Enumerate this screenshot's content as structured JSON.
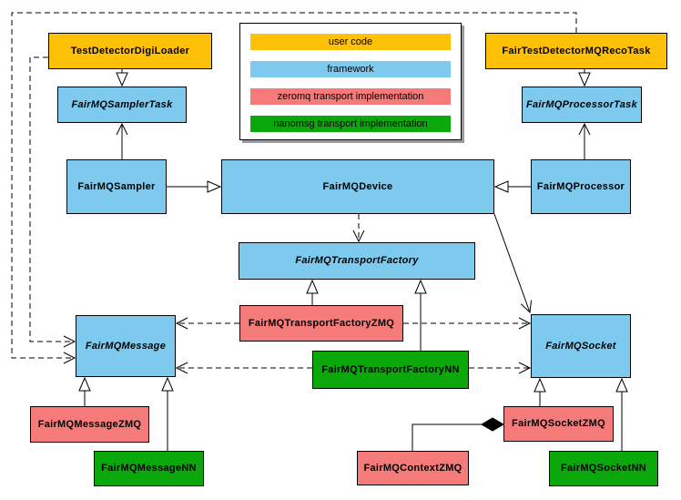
{
  "diagram": {
    "kind": "uml-class-diagram",
    "legend": {
      "items": [
        {
          "id": "user-code",
          "label": "user code",
          "color": "#FFC107"
        },
        {
          "id": "framework",
          "label": "framework",
          "color": "#7DCAEE"
        },
        {
          "id": "zeromq",
          "label": "zeromq transport implementation",
          "color": "#F57B7B"
        },
        {
          "id": "nanomsg",
          "label": "nanomsg transport implementation",
          "color": "#0BA80B"
        }
      ]
    },
    "nodes": [
      {
        "label": "TestDetectorDigiLoader",
        "category": "user-code",
        "abstract": false
      },
      {
        "label": "FairTestDetectorMQRecoTask",
        "category": "user-code",
        "abstract": false
      },
      {
        "label": "FairMQSamplerTask",
        "category": "framework",
        "abstract": true
      },
      {
        "label": "FairMQProcessorTask",
        "category": "framework",
        "abstract": true
      },
      {
        "label": "FairMQSampler",
        "category": "framework",
        "abstract": false
      },
      {
        "label": "FairMQDevice",
        "category": "framework",
        "abstract": false
      },
      {
        "label": "FairMQProcessor",
        "category": "framework",
        "abstract": false
      },
      {
        "label": "FairMQTransportFactory",
        "category": "framework",
        "abstract": true
      },
      {
        "label": "FairMQTransportFactoryZMQ",
        "category": "zeromq",
        "abstract": false
      },
      {
        "label": "FairMQTransportFactoryNN",
        "category": "nanomsg",
        "abstract": false
      },
      {
        "label": "FairMQMessage",
        "category": "framework",
        "abstract": true
      },
      {
        "label": "FairMQSocket",
        "category": "framework",
        "abstract": true
      },
      {
        "label": "FairMQMessageZMQ",
        "category": "zeromq",
        "abstract": false
      },
      {
        "label": "FairMQMessageNN",
        "category": "nanomsg",
        "abstract": false
      },
      {
        "label": "FairMQSocketZMQ",
        "category": "zeromq",
        "abstract": false
      },
      {
        "label": "FairMQSocketNN",
        "category": "nanomsg",
        "abstract": false
      },
      {
        "label": "FairMQContextZMQ",
        "category": "zeromq",
        "abstract": false
      }
    ],
    "edges": [
      {
        "from": "TestDetectorDigiLoader",
        "to": "FairMQSamplerTask",
        "type": "inheritance"
      },
      {
        "from": "FairTestDetectorMQRecoTask",
        "to": "FairMQProcessorTask",
        "type": "inheritance"
      },
      {
        "from": "FairMQSampler",
        "to": "FairMQSamplerTask",
        "type": "association"
      },
      {
        "from": "FairMQProcessor",
        "to": "FairMQProcessorTask",
        "type": "association"
      },
      {
        "from": "FairMQSampler",
        "to": "FairMQDevice",
        "type": "inheritance"
      },
      {
        "from": "FairMQProcessor",
        "to": "FairMQDevice",
        "type": "inheritance"
      },
      {
        "from": "FairMQDevice",
        "to": "FairMQTransportFactory",
        "type": "dependency"
      },
      {
        "from": "FairMQDevice",
        "to": "FairMQSocket",
        "type": "association"
      },
      {
        "from": "TestDetectorDigiLoader",
        "to": "FairMQMessage",
        "type": "dependency"
      },
      {
        "from": "FairTestDetectorMQRecoTask",
        "to": "FairMQMessage",
        "type": "dependency"
      },
      {
        "from": "FairMQTransportFactoryZMQ",
        "to": "FairMQTransportFactory",
        "type": "inheritance"
      },
      {
        "from": "FairMQTransportFactoryNN",
        "to": "FairMQTransportFactory",
        "type": "inheritance"
      },
      {
        "from": "FairMQTransportFactoryZMQ",
        "to": "FairMQMessage",
        "type": "dependency"
      },
      {
        "from": "FairMQTransportFactoryZMQ",
        "to": "FairMQSocket",
        "type": "dependency"
      },
      {
        "from": "FairMQTransportFactoryNN",
        "to": "FairMQMessage",
        "type": "dependency"
      },
      {
        "from": "FairMQTransportFactoryNN",
        "to": "FairMQSocket",
        "type": "dependency"
      },
      {
        "from": "FairMQMessageZMQ",
        "to": "FairMQMessage",
        "type": "inheritance"
      },
      {
        "from": "FairMQMessageNN",
        "to": "FairMQMessage",
        "type": "inheritance"
      },
      {
        "from": "FairMQSocketZMQ",
        "to": "FairMQSocket",
        "type": "inheritance"
      },
      {
        "from": "FairMQSocketNN",
        "to": "FairMQSocket",
        "type": "inheritance"
      },
      {
        "from": "FairMQContextZMQ",
        "to": "FairMQSocketZMQ",
        "type": "composition"
      }
    ]
  }
}
